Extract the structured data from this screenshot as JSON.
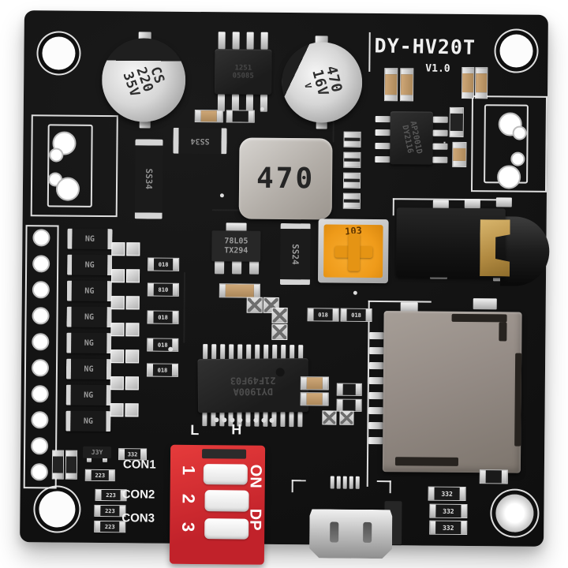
{
  "board": {
    "model": "DY-HV20T",
    "version": "V1.0"
  },
  "cap_large": {
    "line1": "CS",
    "line2": "220",
    "line3": "35V"
  },
  "cap_small": {
    "line1": "470",
    "line2": "16V",
    "line3": "V"
  },
  "inductor": {
    "value": "470"
  },
  "trimmer": {
    "value": "103"
  },
  "regulator": {
    "line1": "78L05",
    "line2": "TX294"
  },
  "main_ic": {
    "line1": "DY1900A",
    "line2": "21F49F03"
  },
  "amp_ic": {
    "line1": "AP2001D",
    "line2": "DY2116"
  },
  "top_ic": {
    "line1": "1251",
    "line2": "05085"
  },
  "diodes": {
    "ss34": "SS34",
    "ss24": "SS24",
    "ng": "NG"
  },
  "dip_switch": {
    "on": "ON",
    "dp": "DP",
    "pos1": "1",
    "pos2": "2",
    "pos3": "3"
  },
  "labels": {
    "low": "L",
    "high": "H",
    "con1": "CON1",
    "con2": "CON2",
    "con3": "CON3"
  },
  "smd_codes": {
    "r332": "332",
    "r223": "223",
    "r018": "018",
    "r810": "810",
    "j3y": "J3Y"
  }
}
